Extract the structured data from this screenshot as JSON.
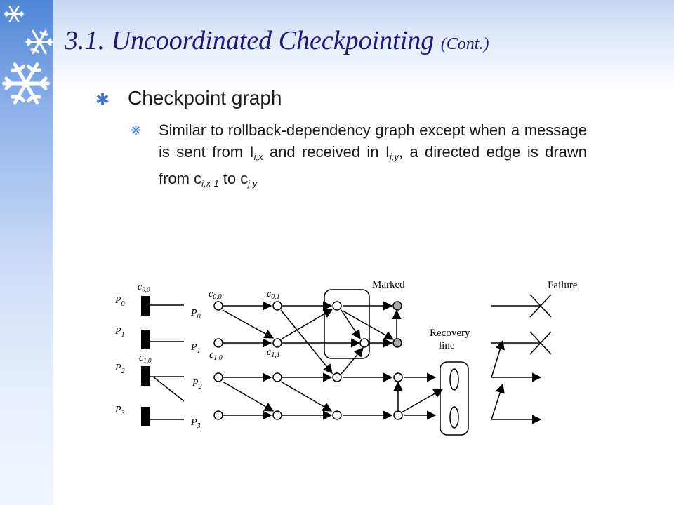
{
  "title": {
    "main": "3.1. Uncoordinated Checkpointing",
    "sub": "(Cont.)"
  },
  "bullets": {
    "level1": "Checkpoint graph",
    "level2": {
      "p1": "Similar to rollback-dependency graph except when a message is sent from I",
      "s1": "i,x",
      "p2": " and received in I",
      "s2": "j,y",
      "p3": ", a directed edge is drawn from c",
      "s3": "i,x-1",
      "p4": " to c",
      "s4": "j,y"
    }
  },
  "diagram": {
    "left_labels": [
      "P",
      "P",
      "P",
      "P"
    ],
    "left_subs": [
      "0",
      "1",
      "2",
      "3"
    ],
    "left_checkpoint_labels": [
      {
        "main": "c",
        "sub": "0,0"
      },
      {
        "main": "c",
        "sub": "1,0"
      }
    ],
    "graph_labels": [
      "P",
      "P",
      "P",
      "P"
    ],
    "graph_subs": [
      "0",
      "1",
      "2",
      "3"
    ],
    "node_labels": [
      {
        "main": "c",
        "sub": "0,0"
      },
      {
        "main": "c",
        "sub": "0,1"
      },
      {
        "main": "c",
        "sub": "1,0"
      },
      {
        "main": "c",
        "sub": "1,1"
      }
    ],
    "marked": "Marked",
    "recovery_line": [
      "Recovery",
      "line"
    ],
    "failure": "Failure"
  },
  "colors": {
    "title": "#1b1b7e",
    "bullet": "#3f73c9",
    "marked_node": "#a8a8a8"
  }
}
